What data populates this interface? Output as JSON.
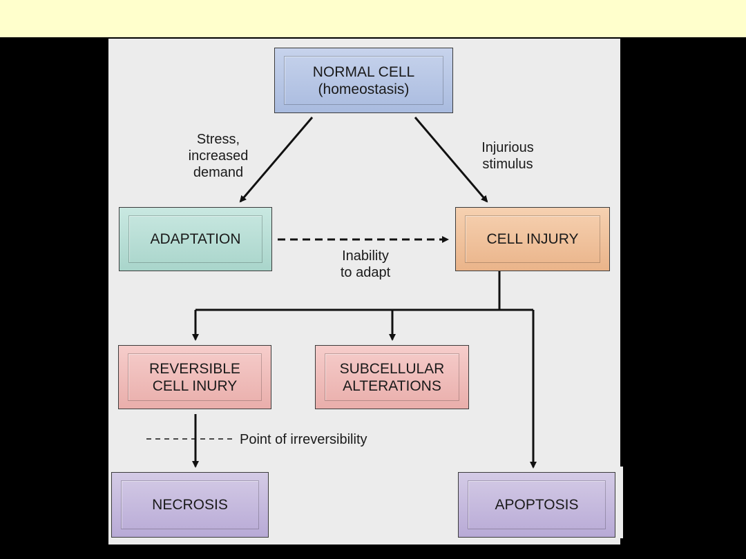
{
  "colors": {
    "top_band": "#ffffcc",
    "background": "#000000",
    "panel": "#ececec",
    "normal_cell": "#b7c6e6",
    "adaptation": "#b9ded6",
    "cell_injury": "#f0c29d",
    "injury_outcomes": "#f0bdba",
    "cell_death": "#c6bade"
  },
  "nodes": {
    "normal_cell": "NORMAL CELL\n(homeostasis)",
    "adaptation": "ADAPTATION",
    "cell_injury": "CELL INJURY",
    "reversible": "REVERSIBLE\nCELL INURY",
    "subcellular": "SUBCELLULAR\nALTERATIONS",
    "necrosis": "NECROSIS",
    "apoptosis": "APOPTOSIS"
  },
  "edge_labels": {
    "stress": "Stress,\nincreased\ndemand",
    "injurious": "Injurious\nstimulus",
    "inability": "Inability\nto adapt",
    "irreversibility": "Point of irreversibility"
  }
}
